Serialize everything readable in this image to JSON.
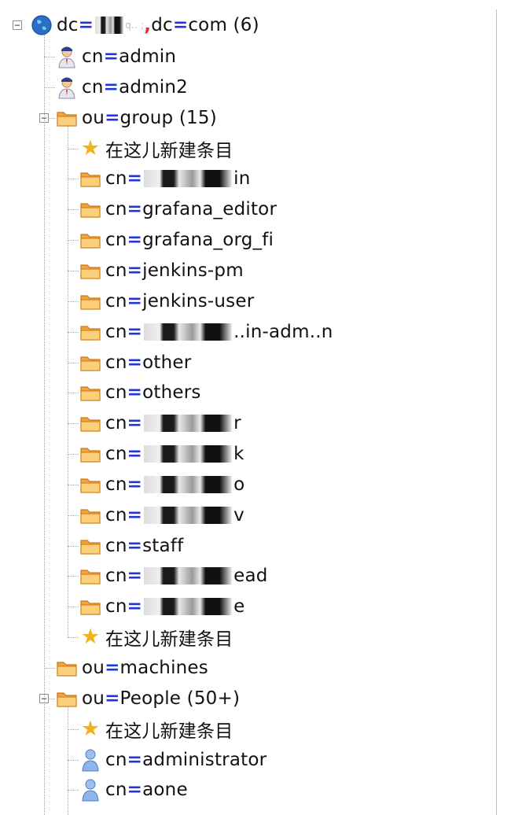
{
  "root": {
    "label_prefix": "dc",
    "eq": "=",
    "masked": "q.. ;",
    "comma": ",",
    "label_mid": "dc",
    "label_suffix": "com (6)"
  },
  "attr": {
    "cn": "cn",
    "ou": "ou",
    "eq": "="
  },
  "rows": [
    {
      "depth": 1,
      "icon": "admin-user",
      "attr": "cn",
      "value": "admin",
      "expander": null
    },
    {
      "depth": 1,
      "icon": "admin-user",
      "attr": "cn",
      "value": "admin2",
      "expander": null
    },
    {
      "depth": 1,
      "icon": "folder",
      "attr": "ou",
      "value": "group (15)",
      "expander": "−"
    },
    {
      "depth": 2,
      "icon": "star",
      "text": "在这儿新建条目"
    },
    {
      "depth": 2,
      "icon": "folder",
      "attr": "cn",
      "redact": "wide",
      "value": "in"
    },
    {
      "depth": 2,
      "icon": "folder",
      "attr": "cn",
      "value": "grafana_editor"
    },
    {
      "depth": 2,
      "icon": "folder",
      "attr": "cn",
      "value": "grafana_org_fi"
    },
    {
      "depth": 2,
      "icon": "folder",
      "attr": "cn",
      "value": "jenkins-pm"
    },
    {
      "depth": 2,
      "icon": "folder",
      "attr": "cn",
      "value": "jenkins-user"
    },
    {
      "depth": 2,
      "icon": "folder",
      "attr": "cn",
      "redact": "wide",
      "value": "..in-adm..n"
    },
    {
      "depth": 2,
      "icon": "folder",
      "attr": "cn",
      "value": "other"
    },
    {
      "depth": 2,
      "icon": "folder",
      "attr": "cn",
      "value": "others"
    },
    {
      "depth": 2,
      "icon": "folder",
      "attr": "cn",
      "redact": "wide",
      "value": "r"
    },
    {
      "depth": 2,
      "icon": "folder",
      "attr": "cn",
      "redact": "wide",
      "value": "k"
    },
    {
      "depth": 2,
      "icon": "folder",
      "attr": "cn",
      "redact": "wide",
      "value": "o"
    },
    {
      "depth": 2,
      "icon": "folder",
      "attr": "cn",
      "redact": "wide",
      "value": "v"
    },
    {
      "depth": 2,
      "icon": "folder",
      "attr": "cn",
      "value": "staff"
    },
    {
      "depth": 2,
      "icon": "folder",
      "attr": "cn",
      "redact": "wide",
      "value": "ead"
    },
    {
      "depth": 2,
      "icon": "folder",
      "attr": "cn",
      "redact": "wide",
      "value": "e"
    },
    {
      "depth": 2,
      "icon": "star",
      "text": "在这儿新建条目"
    },
    {
      "depth": 1,
      "icon": "folder",
      "attr": "ou",
      "value": "machines",
      "expander": null
    },
    {
      "depth": 1,
      "icon": "folder",
      "attr": "ou",
      "value": "People (50+)",
      "expander": "−"
    },
    {
      "depth": 2,
      "icon": "star",
      "text": "在这儿新建条目"
    },
    {
      "depth": 2,
      "icon": "person",
      "attr": "cn",
      "value": "administrator"
    },
    {
      "depth": 2,
      "icon": "person",
      "attr": "cn",
      "value": "aone"
    }
  ],
  "colors": {
    "eq": "#2435d8",
    "comma": "#e6322c",
    "folder": "#f4a340",
    "star": "#f2b21b",
    "divider": "#b9bfd8"
  }
}
